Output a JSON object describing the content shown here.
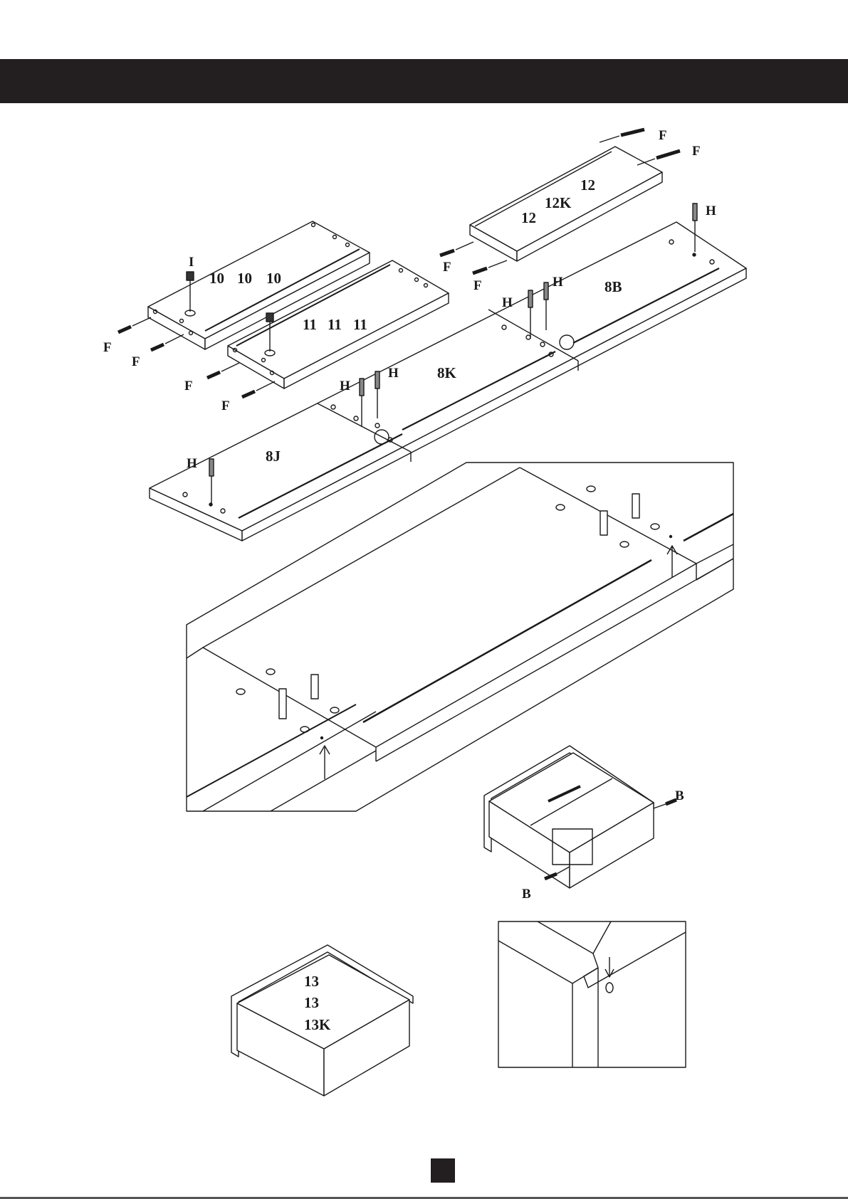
{
  "colors": {
    "header_bar": "#231f20",
    "ink": "#1a1a1a",
    "page_box": "#231f20"
  },
  "parts": {
    "p10": [
      "10",
      "10",
      "10"
    ],
    "p11": [
      "11",
      "11",
      "11"
    ],
    "p12": [
      "12",
      "12K",
      "12"
    ],
    "p8b": "8B",
    "p8k": "8K",
    "p8j": "8J",
    "p13": [
      "13",
      "13",
      "13K"
    ]
  },
  "hardware": {
    "f": "F",
    "h": "H",
    "i": "I",
    "b": "B"
  }
}
